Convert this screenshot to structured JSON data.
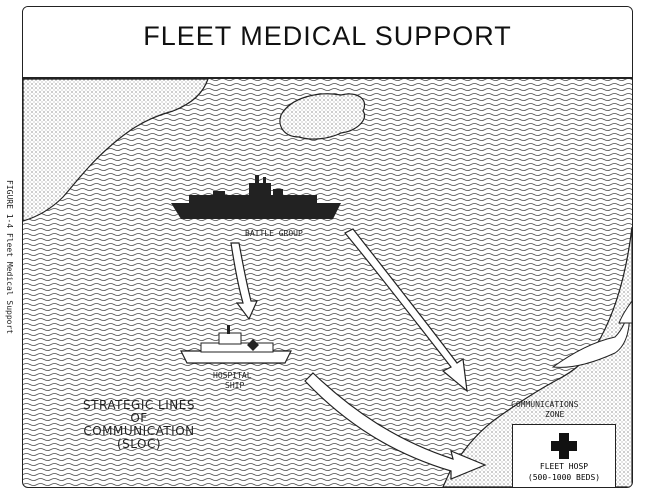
{
  "title": "FLEET MEDICAL SUPPORT",
  "side_caption": "FIGURE 1-4   Fleet Medical Support",
  "labels": {
    "battle_group": "BATTLE GROUP",
    "hospital_ship_line1": "HOSPITAL",
    "hospital_ship_line2": "SHIP",
    "communications_line1": "COMMUNICATIONS",
    "communications_line2": "ZONE",
    "sloc_line1": "STRATEGIC LINES",
    "sloc_line2": "OF",
    "sloc_line3": "COMMUNICATION",
    "sloc_line4": "(SLOC)",
    "fleet_base_line1": "FLEET HOSP",
    "fleet_base_line2": "(500-1000 BEDS)"
  },
  "icons": {
    "ship": "warship-icon",
    "hospital_ship": "hospital-ship-icon",
    "medical": "red-cross-icon"
  },
  "colors": {
    "line": "#222222",
    "background": "#ffffff"
  }
}
